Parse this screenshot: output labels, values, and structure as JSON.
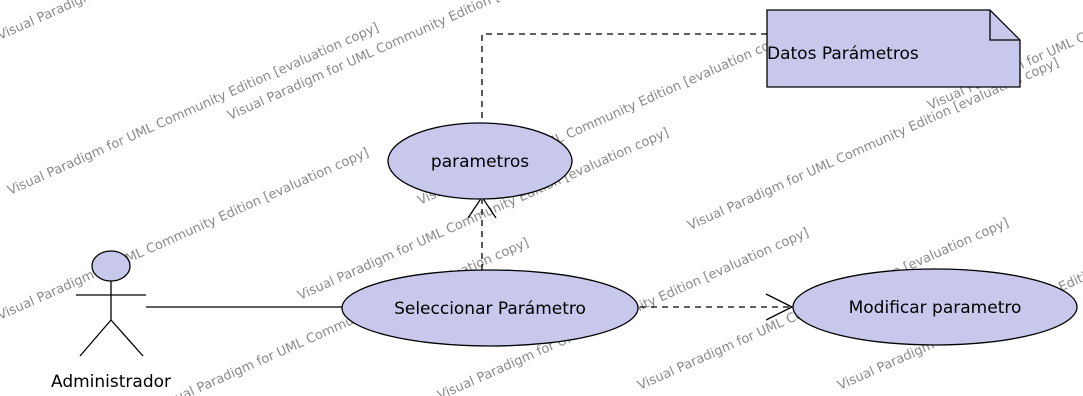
{
  "watermark": {
    "texts": [
      "Visual Paradigm for UML Community Edition [evaluation copy]"
    ]
  },
  "actor": {
    "name": "Administrador"
  },
  "use_cases": {
    "parametros": "parametros",
    "seleccionar": "Seleccionar Parámetro",
    "modificar": "Modificar parametro"
  },
  "note": {
    "text": "Datos Parámetros"
  },
  "colors": {
    "fill": "#c8c8ec",
    "stroke": "#000000",
    "watermark": "#8a8a8a"
  }
}
